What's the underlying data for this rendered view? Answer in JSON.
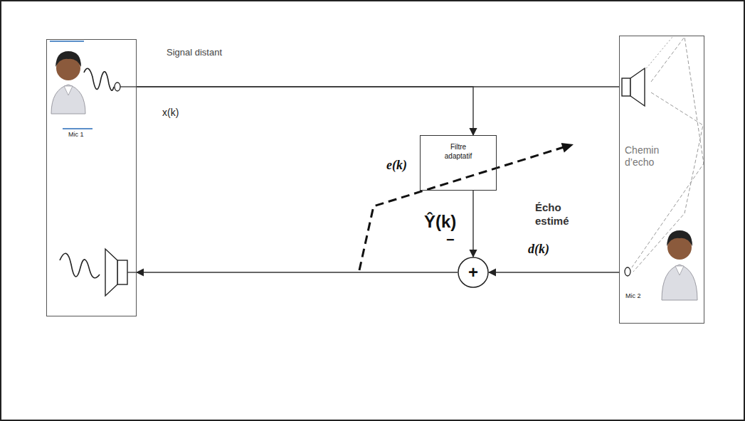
{
  "diagram": {
    "nodes": [
      {
        "text": [
          "Mic 1"
        ]
      },
      {
        "text": [
          "Chemin d’echo",
          "Mic 2"
        ]
      },
      {
        "text": [
          "Filtre adaptatif"
        ]
      },
      {
        "text": [
          "+"
        ]
      }
    ],
    "edges": [
      {
        "from": 0,
        "to": 1,
        "arrow": "none"
      },
      {
        "from": 0,
        "to": 2,
        "arrow": "to"
      },
      {
        "from": 2,
        "to": 3,
        "arrow": "to",
        "label": "Ŷ(k)"
      },
      {
        "from": 1,
        "to": 3,
        "arrow": "to",
        "label": "d(k)"
      },
      {
        "from": 3,
        "to": 0,
        "arrow": "to"
      }
    ],
    "labels": [
      "Signal distant",
      "x(k)",
      "e(k)",
      "−",
      "Écho estimé"
    ]
  }
}
